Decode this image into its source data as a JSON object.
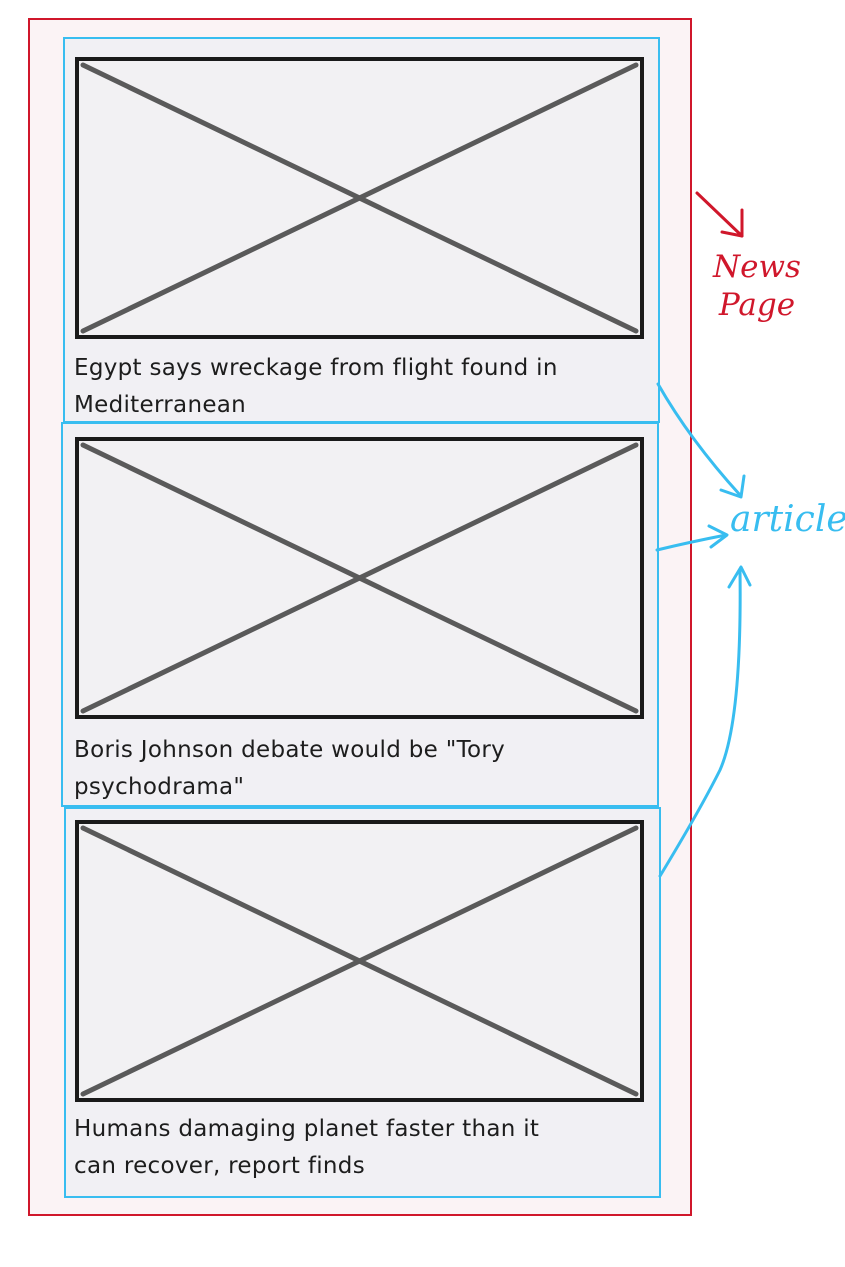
{
  "articles": [
    {
      "headline_line1": "Egypt says wreckage from flight found in",
      "headline_line2": "Mediterranean"
    },
    {
      "headline_line1": "Boris Johnson debate would be \"Tory",
      "headline_line2": "psychodrama\""
    },
    {
      "headline_line1": "Humans damaging planet faster than it",
      "headline_line2": "can recover, report finds"
    }
  ],
  "annotations": {
    "news_page_line1": "News",
    "news_page_line2": "Page",
    "article": "article"
  },
  "colors": {
    "page_border": "#d0172b",
    "article_border": "#38bdf0",
    "placeholder_stroke": "#5a5a5a"
  }
}
